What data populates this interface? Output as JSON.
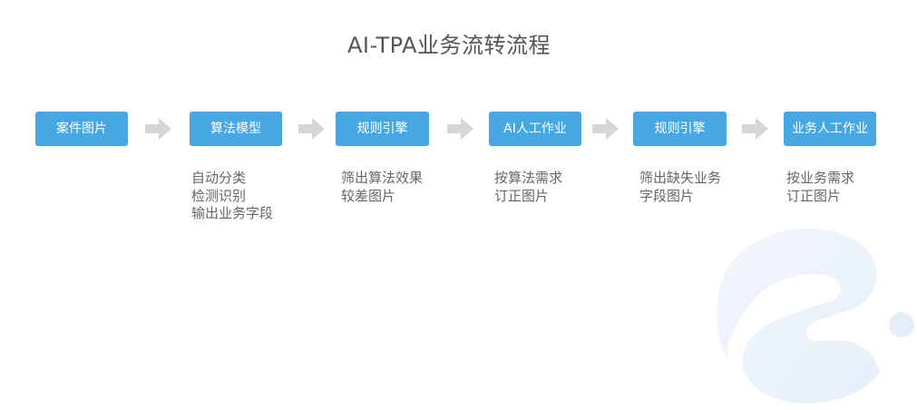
{
  "title": "AI-TPA业务流转流程",
  "steps": [
    {
      "label": "案件图片",
      "desc": []
    },
    {
      "label": "算法模型",
      "desc": [
        "自动分类",
        "检测识别",
        "输出业务字段"
      ]
    },
    {
      "label": "规则引擎",
      "desc": [
        "筛出算法效果",
        "较差图片"
      ]
    },
    {
      "label": "AI人工作业",
      "desc": [
        "按算法需求",
        "订正图片"
      ]
    },
    {
      "label": "规则引擎",
      "desc": [
        "筛出缺失业务",
        "字段图片"
      ]
    },
    {
      "label": "业务人工作业",
      "desc": [
        "按业务需求",
        "订正图片"
      ]
    }
  ],
  "colors": {
    "step_fill": "#46a7e2",
    "arrow": "#d6d6d6",
    "watermark": "#e8f0fb"
  },
  "icons": {
    "arrow": "arrow-right-icon",
    "watermark": "logo-watermark-icon"
  }
}
